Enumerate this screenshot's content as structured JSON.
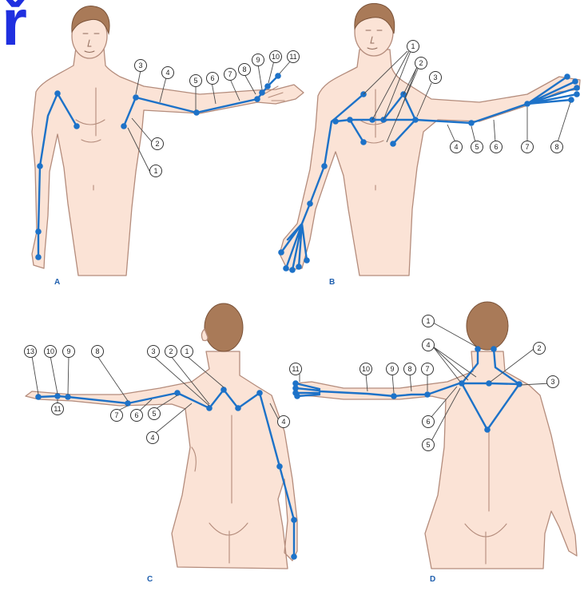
{
  "corner_glyph": "ř",
  "panels": [
    {
      "letter": "A",
      "callouts": [
        "1",
        "2",
        "3",
        "4",
        "5",
        "6",
        "7",
        "8",
        "9",
        "10",
        "11"
      ]
    },
    {
      "letter": "B",
      "callouts": [
        "1",
        "2",
        "3",
        "4",
        "5",
        "6",
        "7",
        "8"
      ]
    },
    {
      "letter": "C",
      "callouts": [
        "13",
        "10",
        "9",
        "8",
        "3",
        "2",
        "1",
        "11",
        "7",
        "6",
        "5",
        "4",
        "4"
      ]
    },
    {
      "letter": "D",
      "callouts": [
        "11",
        "10",
        "9",
        "8",
        "7",
        "1",
        "4",
        "2",
        "3",
        "6",
        "5"
      ]
    }
  ],
  "colors": {
    "route": "#1d72c8",
    "skin": "#fbe3d6",
    "hair": "#a97a58",
    "glyph": "#1f2fe0",
    "panel_letter": "#1f5fae"
  }
}
